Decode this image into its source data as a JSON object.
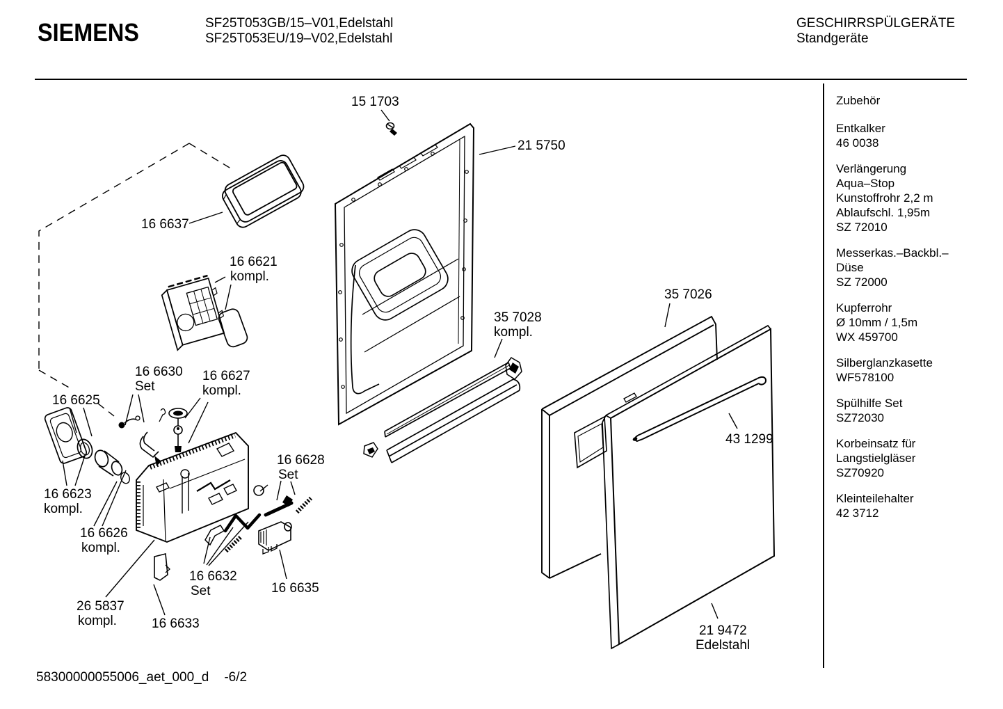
{
  "header": {
    "brand": "SIEMENS",
    "model_line1": "SF25T053GB/15–V01,Edelstahl",
    "model_line2": "SF25T053EU/19–V02,Edelstahl",
    "category": "GESCHIRRSPÜLGERÄTE",
    "subcategory": "Standgeräte"
  },
  "sidebar": {
    "title": "Zubehör",
    "items": [
      {
        "lines": [
          "Entkalker",
          "46 0038"
        ]
      },
      {
        "lines": [
          "Verlängerung",
          "Aqua–Stop",
          "Kunstoffrohr 2,2 m",
          "Ablaufschl. 1,95m",
          "SZ 72010"
        ]
      },
      {
        "lines": [
          "Messerkas.–Backbl.–",
          "Düse",
          "SZ 72000"
        ]
      },
      {
        "lines": [
          "Kupferrohr",
          "Ø 10mm / 1,5m",
          "WX 459700"
        ]
      },
      {
        "lines": [
          "Silberglanzkasette",
          "WF578100"
        ]
      },
      {
        "lines": [
          "Spülhilfe Set",
          "SZ72030"
        ]
      },
      {
        "lines": [
          "Korbeinsatz für",
          "Langstielgläser",
          "SZ70920"
        ]
      },
      {
        "lines": [
          "Kleinteilehalter",
          "42 3712"
        ]
      }
    ]
  },
  "diagram": {
    "parts": [
      {
        "id": "15 1703",
        "suffix": ""
      },
      {
        "id": "21 5750",
        "suffix": ""
      },
      {
        "id": "16 6637",
        "suffix": ""
      },
      {
        "id": "16 6621",
        "suffix": "kompl."
      },
      {
        "id": "16 6630",
        "suffix": "Set"
      },
      {
        "id": "16 6627",
        "suffix": "kompl."
      },
      {
        "id": "16 6625",
        "suffix": ""
      },
      {
        "id": "16 6628",
        "suffix": "Set"
      },
      {
        "id": "16 6623",
        "suffix": "kompl."
      },
      {
        "id": "16 6626",
        "suffix": "kompl."
      },
      {
        "id": "16 6632",
        "suffix": "Set"
      },
      {
        "id": "16 6635",
        "suffix": ""
      },
      {
        "id": "26 5837",
        "suffix": "kompl."
      },
      {
        "id": "16 6633",
        "suffix": ""
      },
      {
        "id": "35 7028",
        "suffix": "kompl."
      },
      {
        "id": "35 7026",
        "suffix": ""
      },
      {
        "id": "43 1299",
        "suffix": ""
      },
      {
        "id": "21 9472",
        "suffix": "Edelstahl"
      }
    ]
  },
  "footer": {
    "doc_number": "58300000055006_aet_000_d",
    "page": "-6/2"
  },
  "colors": {
    "ink": "#000000",
    "background": "#ffffff"
  }
}
